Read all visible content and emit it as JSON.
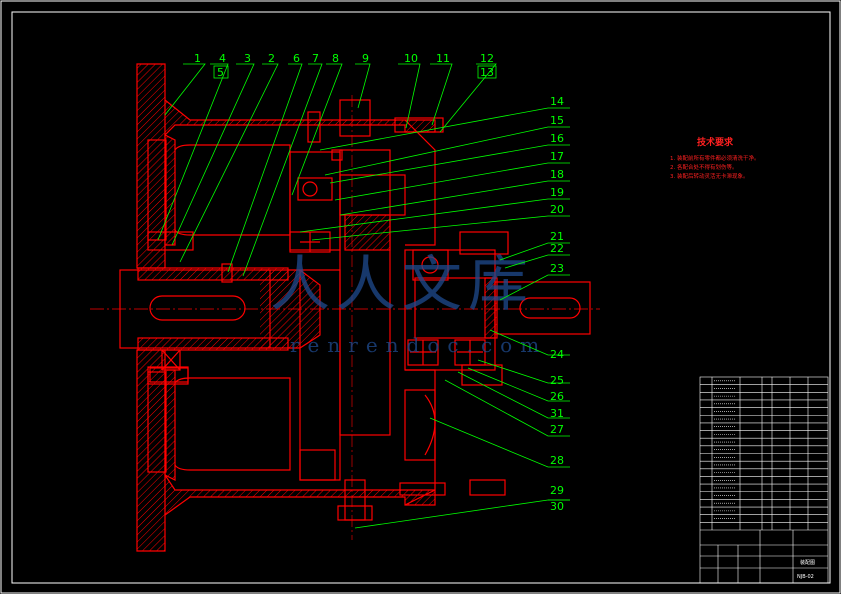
{
  "callouts": {
    "top": [
      "1",
      "4",
      "3",
      "2",
      "6",
      "7",
      "8",
      "9",
      "10",
      "11",
      "12",
      "13"
    ],
    "boxed_under_4": "5",
    "right": [
      "14",
      "15",
      "16",
      "17",
      "18",
      "19",
      "20",
      "21",
      "22",
      "23",
      "24",
      "25",
      "26",
      "31",
      "27",
      "28",
      "29",
      "30"
    ]
  },
  "notes": {
    "title": "技术要求",
    "items": [
      "1. 装配前所有零件都必须清洗干净。",
      "2. 各配合处不得有划伤等。",
      "3. 装配后转动灵活无卡滞现象。"
    ]
  },
  "title_block": {
    "drawing_name": "装配图",
    "drawing_no": "NJB-02",
    "parts_rows": 20
  },
  "watermark": {
    "cn": "人人文库",
    "url": "renrendoc.com"
  },
  "colors": {
    "background": "#000000",
    "part": "#ff0000",
    "leader": "#00ff00",
    "frame": "#ffffff",
    "watermark": "#1f4b8f"
  }
}
